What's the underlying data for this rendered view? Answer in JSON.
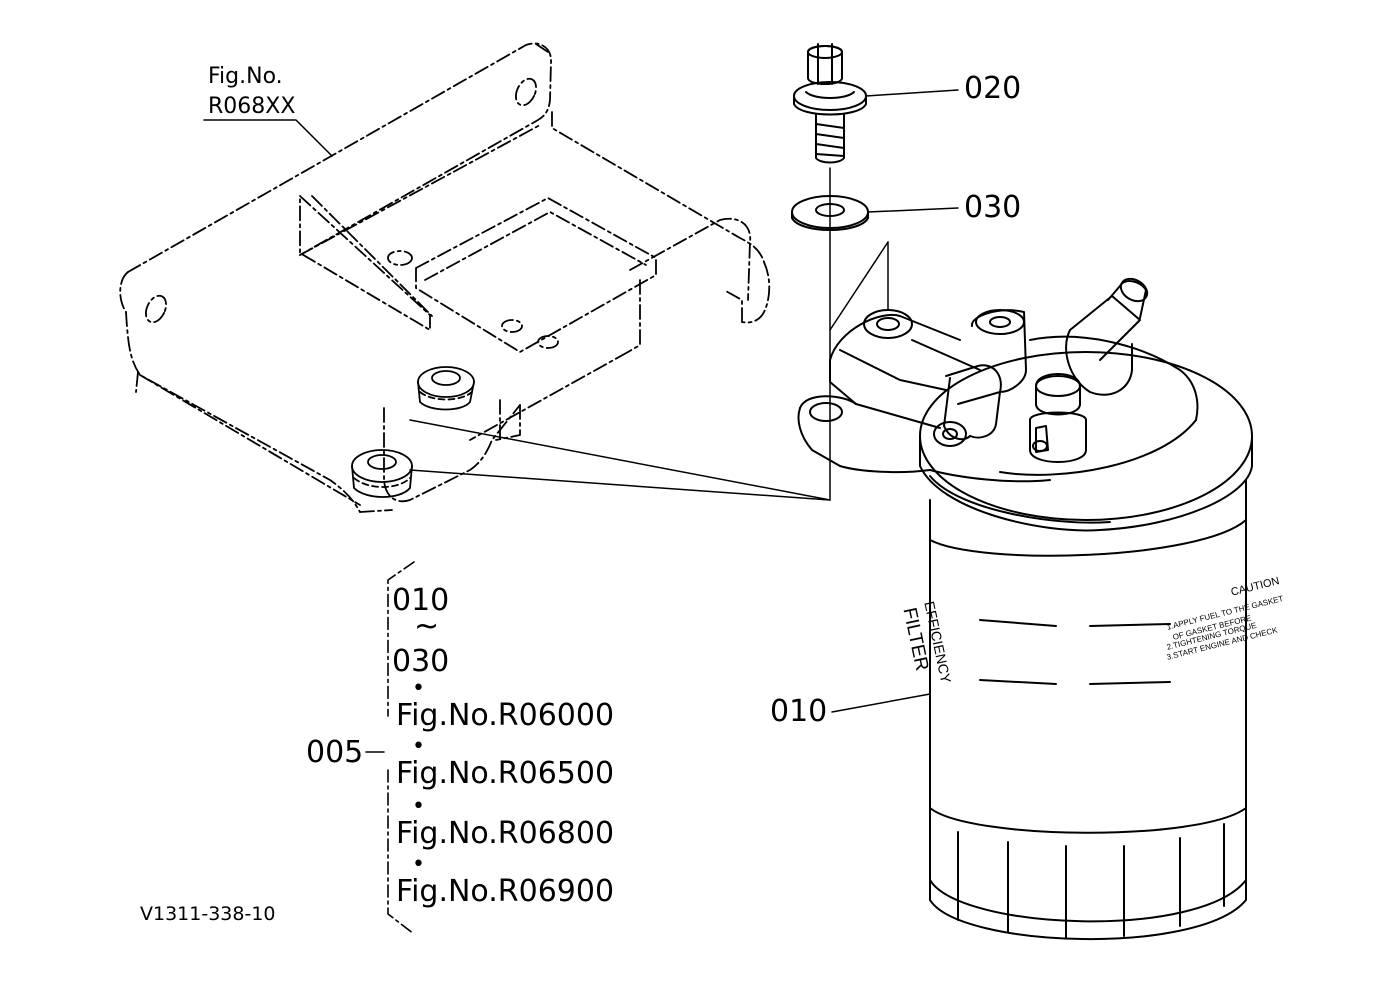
{
  "figure_ref": {
    "line1": "Fig.No.",
    "line2": "R068XX"
  },
  "parts": {
    "p020": "020",
    "p030": "030",
    "p010": "010",
    "p005": "005"
  },
  "assembly": {
    "range_start": "010",
    "range_sep": "~",
    "range_end": "030",
    "separator": "•",
    "figs": [
      "Fig.No.R06000",
      "Fig.No.R06500",
      "Fig.No.R06800",
      "Fig.No.R06900"
    ]
  },
  "drawing_code": "V1311-338-10",
  "filter_text": {
    "brand": "FILTER",
    "sub": "EFFICIENCY",
    "caution": "CAUTION",
    "inst1": "1.APPLY FUEL TO THE GASKET",
    "inst2": "OF GASKET BEFORE",
    "inst3": "2.TIGHTENING TORQUE",
    "inst4": "3.START ENGINE AND CHECK"
  }
}
